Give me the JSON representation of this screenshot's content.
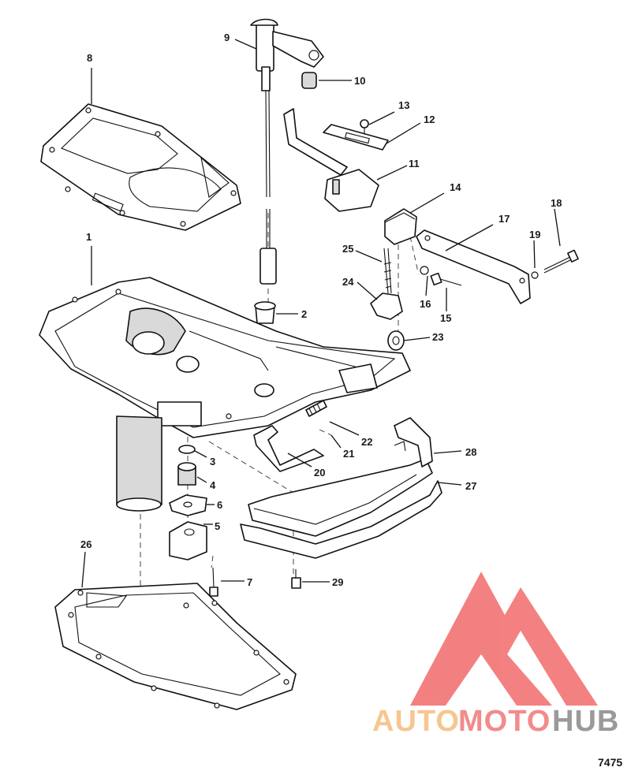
{
  "callouts": [
    {
      "n": "1"
    },
    {
      "n": "2"
    },
    {
      "n": "3"
    },
    {
      "n": "4"
    },
    {
      "n": "5"
    },
    {
      "n": "6"
    },
    {
      "n": "7"
    },
    {
      "n": "8"
    },
    {
      "n": "9"
    },
    {
      "n": "10"
    },
    {
      "n": "11"
    },
    {
      "n": "12"
    },
    {
      "n": "13"
    },
    {
      "n": "14"
    },
    {
      "n": "15"
    },
    {
      "n": "16"
    },
    {
      "n": "17"
    },
    {
      "n": "18"
    },
    {
      "n": "19"
    },
    {
      "n": "20"
    },
    {
      "n": "21"
    },
    {
      "n": "22"
    },
    {
      "n": "23"
    },
    {
      "n": "24"
    },
    {
      "n": "25"
    },
    {
      "n": "26"
    },
    {
      "n": "27"
    },
    {
      "n": "28"
    },
    {
      "n": "29"
    }
  ],
  "figure_number": "7475",
  "watermark": {
    "part1": "AUTO",
    "part2": "MOTO",
    "part3": "HUB",
    "colors": {
      "auto": "#f7c68f",
      "moto": "#f28b8b",
      "hub": "#9a9a9a",
      "logo": "#f26b6b"
    }
  }
}
